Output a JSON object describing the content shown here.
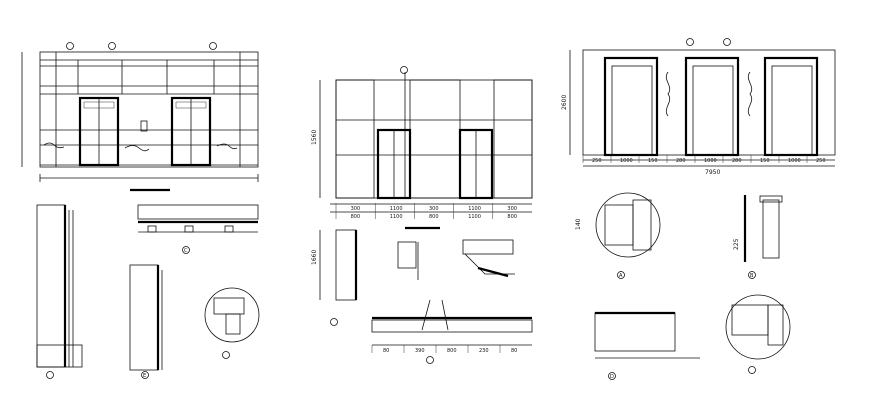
{
  "drawing": {
    "stroke_color": "#111111",
    "background": "#ffffff",
    "right_elevation": {
      "height_dim": "2600",
      "bottom_dims": [
        "250",
        "1000",
        "150",
        "280",
        "1000",
        "280",
        "150",
        "1000",
        "250"
      ],
      "total_dim": "7950"
    },
    "center_elevation": {
      "height_dim": "1560",
      "bottom_dims": [
        "300",
        "1100",
        "300",
        "1100",
        "300"
      ],
      "lower_dims": [
        "800",
        "1100",
        "800",
        "1100",
        "800"
      ],
      "section_dims": [
        "80",
        "390",
        "800",
        "230",
        "80"
      ]
    },
    "detail_dims": {
      "center_left": "1660",
      "right_a": "140",
      "right_b": "225"
    },
    "markers": [
      "A",
      "B",
      "C",
      "D",
      "E"
    ]
  }
}
